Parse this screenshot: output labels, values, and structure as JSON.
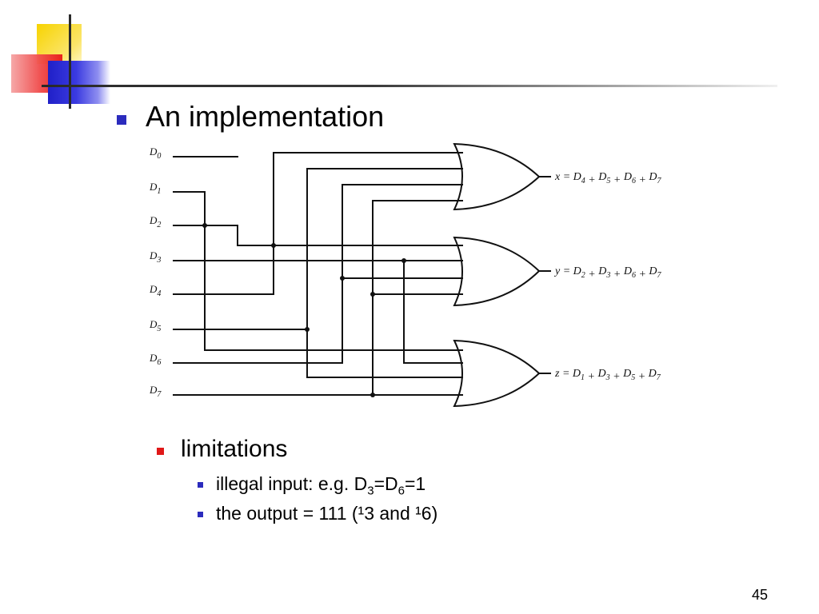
{
  "slide": {
    "title": "An implementation",
    "page_number": "45"
  },
  "diagram": {
    "inputs": [
      {
        "base": "D",
        "sub": "0"
      },
      {
        "base": "D",
        "sub": "1"
      },
      {
        "base": "D",
        "sub": "2"
      },
      {
        "base": "D",
        "sub": "3"
      },
      {
        "base": "D",
        "sub": "4"
      },
      {
        "base": "D",
        "sub": "5"
      },
      {
        "base": "D",
        "sub": "6"
      },
      {
        "base": "D",
        "sub": "7"
      }
    ],
    "outputs": [
      {
        "var": "x",
        "terms": [
          "4",
          "5",
          "6",
          "7"
        ]
      },
      {
        "var": "y",
        "terms": [
          "2",
          "3",
          "6",
          "7"
        ]
      },
      {
        "var": "z",
        "terms": [
          "1",
          "3",
          "5",
          "7"
        ]
      }
    ]
  },
  "bullets": {
    "level1": "limitations",
    "illegal_prefix": "illegal input: e.g. D",
    "illegal_sub1": "3",
    "illegal_mid": "=D",
    "illegal_sub2": "6",
    "illegal_suffix": "=1",
    "output_line": "the output = 111 (¹3 and ¹6)"
  },
  "colors": {
    "accent_blue": "#2b2bbd",
    "accent_red": "#e01818",
    "accent_yellow": "#f7d300"
  }
}
